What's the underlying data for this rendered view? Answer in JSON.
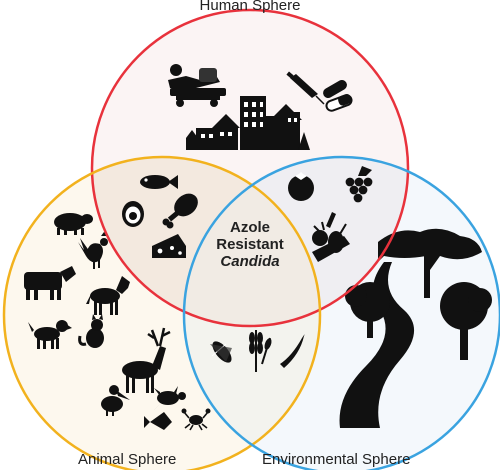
{
  "spheres": {
    "human": {
      "label": "Human Sphere",
      "color": "#e8323c"
    },
    "animal": {
      "label": "Animal Sphere",
      "color": "#f2b21e"
    },
    "environment": {
      "label": "Environmental Sphere",
      "color": "#3aa3e0"
    }
  },
  "center": {
    "line1": "Azole",
    "line2": "Resistant",
    "line3": "Candida"
  },
  "icons": {
    "human_only": [
      "hospital-patient-icon",
      "syringe-icon",
      "pill-capsules-icon",
      "city-skyline-icon"
    ],
    "human_animal": [
      "fish-icon",
      "egg-icon",
      "chicken-leg-icon",
      "cheese-icon"
    ],
    "human_environment": [
      "tomato-icon",
      "grapes-icon",
      "vegetables-basket-icon"
    ],
    "animal_only": [
      "pig-icon",
      "rooster-icon",
      "cow-icon",
      "horse-icon",
      "dog-icon",
      "cat-icon",
      "deer-icon",
      "pelican-icon",
      "turtle-icon",
      "tropical-fish-icon",
      "crab-icon"
    ],
    "animal_environment": [
      "corn-icon",
      "wheat-icon",
      "pea-pod-icon"
    ],
    "environment_only": [
      "trees-icon",
      "river-path-icon"
    ]
  }
}
